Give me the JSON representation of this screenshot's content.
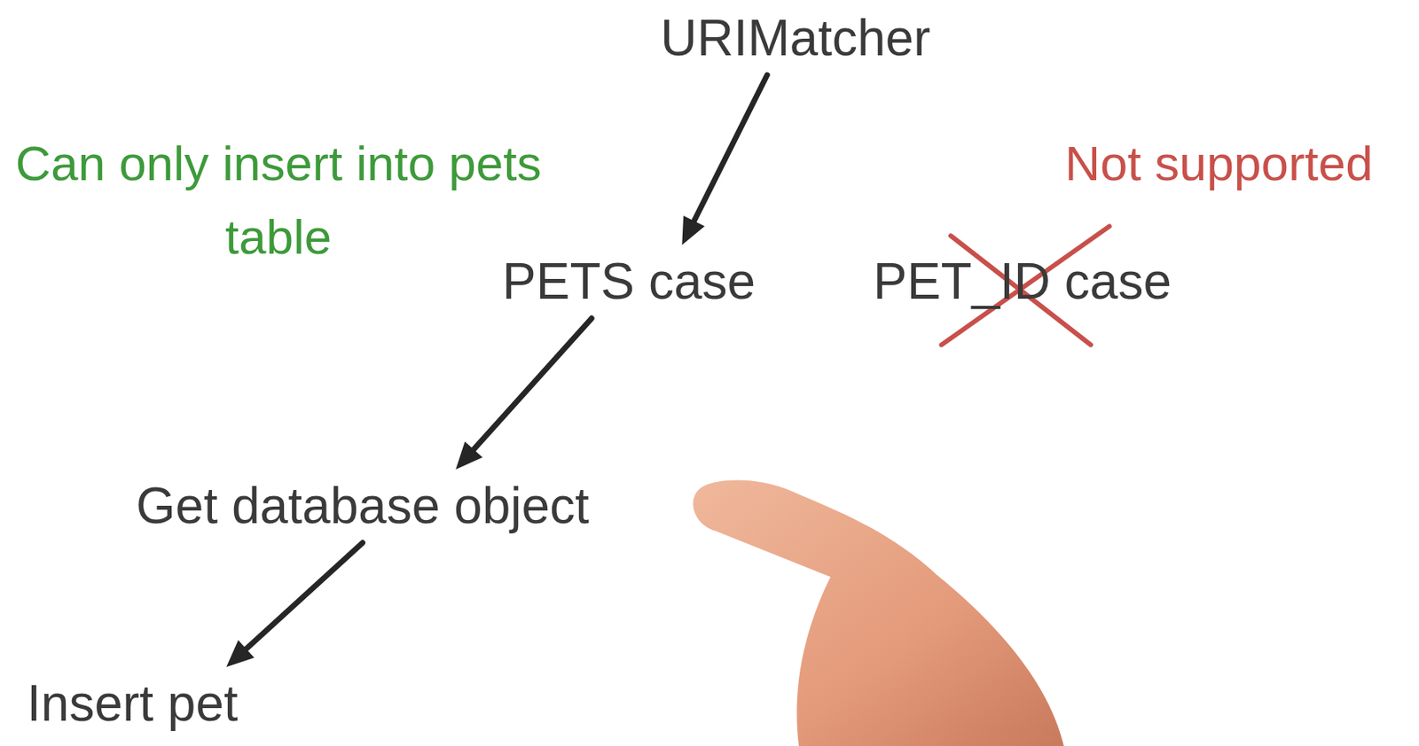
{
  "diagram": {
    "nodes": [
      {
        "text": [
          "URIMatcher"
        ]
      },
      {
        "text": [
          "PETS case"
        ]
      },
      {
        "text": [
          "PET_ID case"
        ]
      },
      {
        "text": [
          "Get database object"
        ]
      },
      {
        "text": [
          "Insert pet"
        ]
      }
    ],
    "edges": [
      {
        "from": 0,
        "to": 1,
        "arrow": "to"
      },
      {
        "from": 1,
        "to": 3,
        "arrow": "to"
      },
      {
        "from": 3,
        "to": 4,
        "arrow": "to"
      }
    ],
    "labels": [
      "Can only insert into pets table",
      "Not supported"
    ]
  }
}
